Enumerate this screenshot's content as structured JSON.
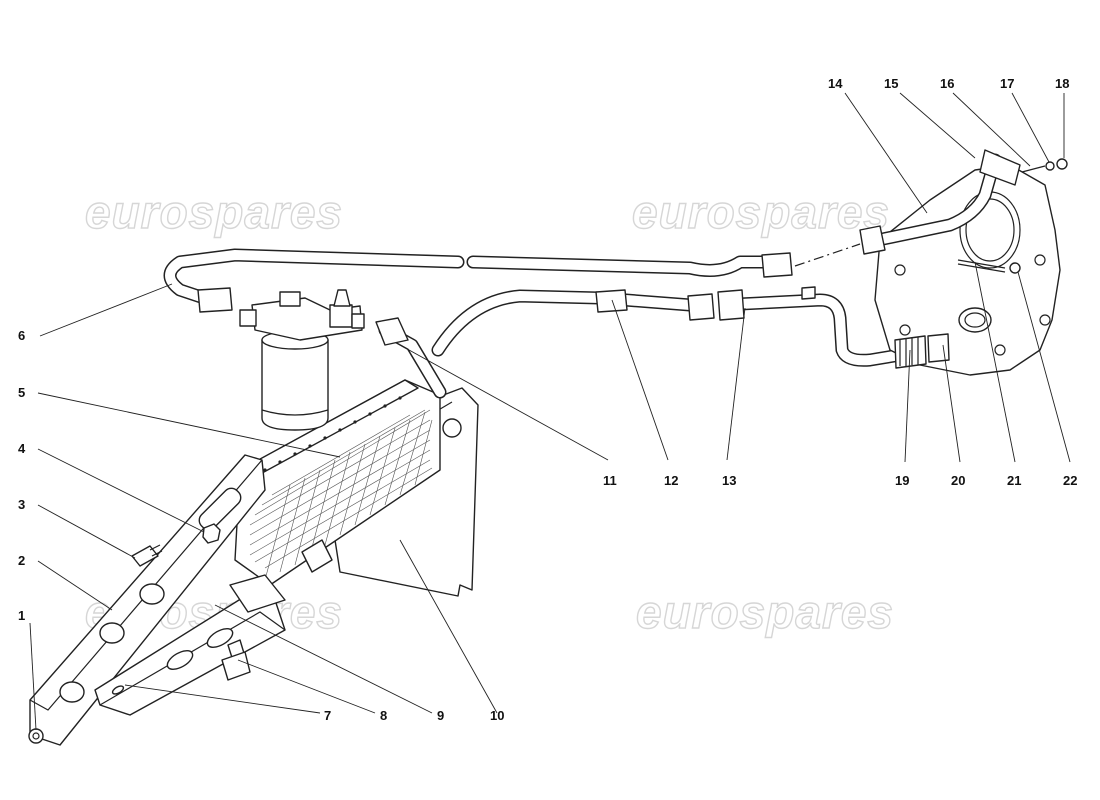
{
  "watermark": {
    "text": "eurospares",
    "color": "#d6d6d6"
  },
  "callouts": [
    {
      "id": "1",
      "label": "1"
    },
    {
      "id": "2",
      "label": "2"
    },
    {
      "id": "3",
      "label": "3"
    },
    {
      "id": "4",
      "label": "4"
    },
    {
      "id": "5",
      "label": "5"
    },
    {
      "id": "6",
      "label": "6"
    },
    {
      "id": "7",
      "label": "7"
    },
    {
      "id": "8",
      "label": "8"
    },
    {
      "id": "9",
      "label": "9"
    },
    {
      "id": "10",
      "label": "10"
    },
    {
      "id": "11",
      "label": "11"
    },
    {
      "id": "12",
      "label": "12"
    },
    {
      "id": "13",
      "label": "13"
    },
    {
      "id": "14",
      "label": "14"
    },
    {
      "id": "15",
      "label": "15"
    },
    {
      "id": "16",
      "label": "16"
    },
    {
      "id": "17",
      "label": "17"
    },
    {
      "id": "18",
      "label": "18"
    },
    {
      "id": "19",
      "label": "19"
    },
    {
      "id": "20",
      "label": "20"
    },
    {
      "id": "21",
      "label": "21"
    },
    {
      "id": "22",
      "label": "22"
    }
  ]
}
